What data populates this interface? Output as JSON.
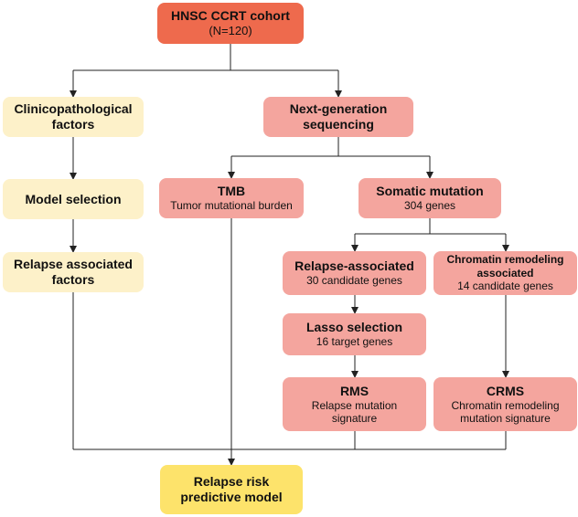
{
  "cohort": {
    "title": "HNSC CCRT cohort",
    "sub": "(N=120)"
  },
  "clinico": {
    "title": "Clinicopathological factors"
  },
  "ngs": {
    "title": "Next-generation sequencing"
  },
  "model_selection": {
    "title": "Model selection"
  },
  "tmb": {
    "title": "TMB",
    "sub": "Tumor mutational burden"
  },
  "somatic": {
    "title": "Somatic mutation",
    "sub": "304 genes"
  },
  "relapse_factors": {
    "title": "Relapse associated factors"
  },
  "relapse_assoc": {
    "title": "Relapse-associated",
    "sub": "30 candidate genes"
  },
  "chromatin": {
    "title": "Chromatin remodeling associated",
    "sub": "14 candidate genes"
  },
  "lasso": {
    "title": "Lasso selection",
    "sub": "16 target genes"
  },
  "rms": {
    "title": "RMS",
    "sub": "Relapse mutation signature"
  },
  "crms": {
    "title": "CRMS",
    "sub": "Chromatin remodeling mutation signature"
  },
  "final": {
    "title": "Relapse risk predictive model"
  },
  "colors": {
    "cohort": "#ee6a4d",
    "step": "#f4a59e",
    "clinical": "#fdf1c9",
    "outcome": "#fde36b"
  }
}
